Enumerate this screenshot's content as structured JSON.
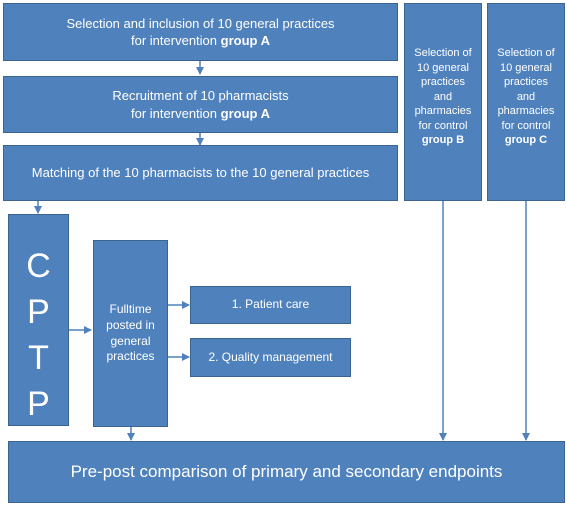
{
  "colors": {
    "box_fill": "#4f81bd",
    "box_border": "#3a6591",
    "arrow": "#4f81bd",
    "text": "#ffffff"
  },
  "box_a1": {
    "line1": "Selection and inclusion of 10 general practices",
    "line2_prefix": "for intervention ",
    "line2_bold": "group A"
  },
  "box_a2": {
    "line1": "Recruitment of 10 pharmacists",
    "line2_prefix": "for intervention ",
    "line2_bold": "group A"
  },
  "box_a3": {
    "text": "Matching of  the 10 pharmacists to the 10 general practices"
  },
  "box_b": {
    "lines": [
      "Selection of",
      "10 general",
      "practices",
      "and",
      "pharmacies",
      "for control"
    ],
    "bold": "group B"
  },
  "box_c": {
    "lines": [
      "Selection of",
      "10 general",
      "practices",
      "and",
      "pharmacies",
      "for control"
    ],
    "bold": "group  C"
  },
  "box_cptp": {
    "letters": [
      "C",
      "P",
      "T",
      "P"
    ]
  },
  "box_fulltime": {
    "lines": [
      "Fulltime",
      "posted in",
      "general",
      "practices"
    ]
  },
  "box_patient_care": {
    "text": "1. Patient care"
  },
  "box_quality": {
    "text": "2. Quality management"
  },
  "box_endpoints": {
    "text": "Pre-post comparison of primary and secondary endpoints"
  }
}
